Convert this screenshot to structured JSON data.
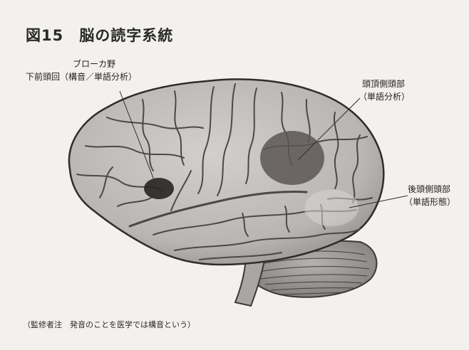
{
  "figure": {
    "title": "図15　脳の読字系統",
    "labels": {
      "broca_name": "ブローカ野",
      "broca_sub": "下前頭回（構音／単語分析）",
      "parietal_name": "頭頂側頭部",
      "parietal_sub": "（単語分析）",
      "occipital_name": "後頭側頭部",
      "occipital_sub": "（単語形態）"
    },
    "footnote": "（監修者注　発音のことを医学では構音という）"
  },
  "colors": {
    "background": "#f3f1ee",
    "brain_fill": "#bdbbb9",
    "fold_line": "#4a4948",
    "broca_region": "#2a2726",
    "parietal_region": "#5c5655",
    "occipital_region": "#d9d6d3"
  }
}
